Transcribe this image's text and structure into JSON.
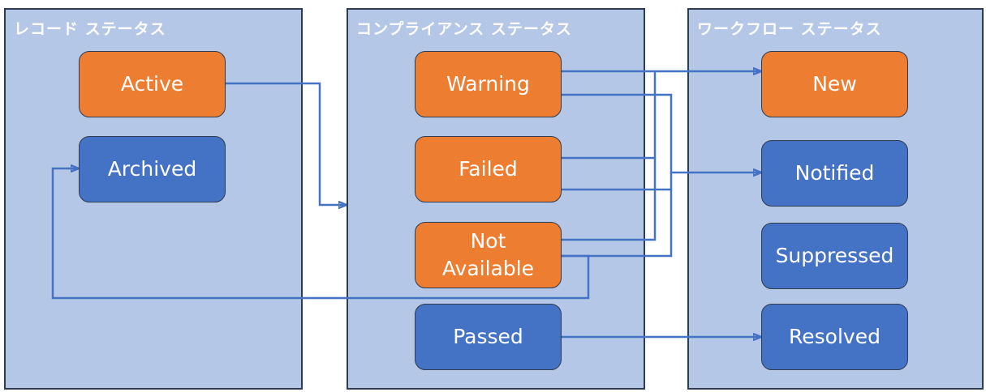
{
  "panels": {
    "record": {
      "title": "レコード ステータス"
    },
    "compliance": {
      "title": "コンプライアンス ステータス"
    },
    "workflow": {
      "title": "ワークフロー ステータス"
    }
  },
  "nodes": {
    "active": {
      "label": "Active",
      "color": "#ed7d31"
    },
    "archived": {
      "label": "Archived",
      "color": "#4472c4"
    },
    "warning": {
      "label": "Warning",
      "color": "#ed7d31"
    },
    "failed": {
      "label": "Failed",
      "color": "#ed7d31"
    },
    "not_available": {
      "label_line1": "Not",
      "label_line2": "Available",
      "color": "#ed7d31"
    },
    "passed": {
      "label": "Passed",
      "color": "#4472c4"
    },
    "new": {
      "label": "New",
      "color": "#ed7d31"
    },
    "notified": {
      "label": "Notified",
      "color": "#4472c4"
    },
    "suppressed": {
      "label": "Suppressed",
      "color": "#4472c4"
    },
    "resolved": {
      "label": "Resolved",
      "color": "#4472c4"
    }
  },
  "colors": {
    "panel_fill": "#b4c7e7",
    "connector": "#4472c4",
    "orange": "#ed7d31",
    "blue": "#4472c4"
  }
}
